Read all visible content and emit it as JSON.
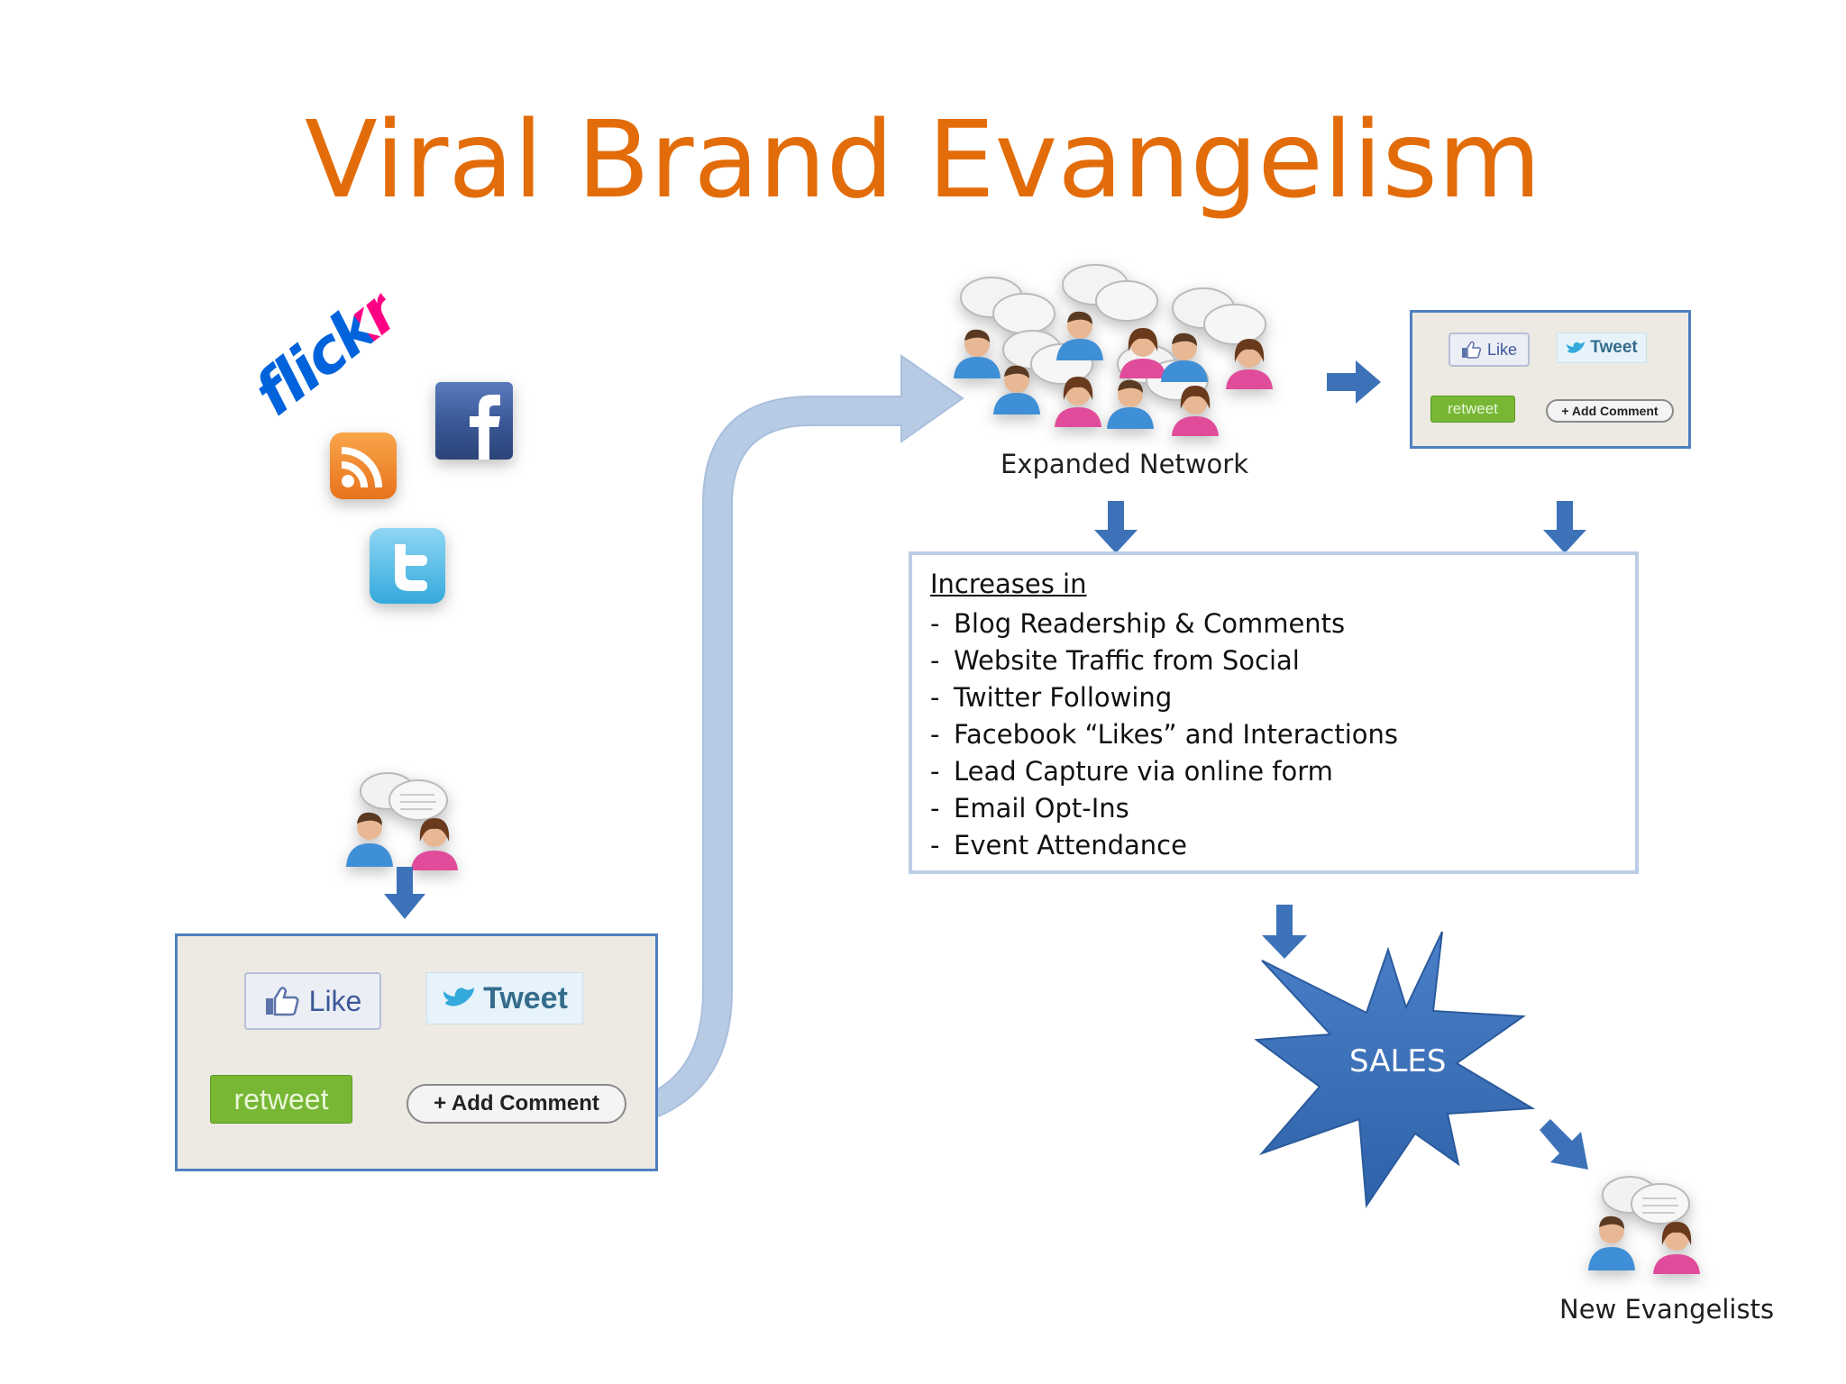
{
  "title": "Viral Brand Evangelism",
  "labels": {
    "expanded_network": "Expanded Network",
    "new_evangelists": "New Evangelists",
    "sales": "SALES"
  },
  "social_icons": [
    "flickr-logo",
    "facebook-icon",
    "rss-icon",
    "twitter-icon"
  ],
  "logo_text": {
    "flickr": "flickr"
  },
  "share_widget": {
    "like": "Like",
    "tweet": "Tweet",
    "retweet": "retweet",
    "add_comment": "+ Add Comment"
  },
  "increases": {
    "heading": "Increases in",
    "items": [
      "Blog Readership & Comments",
      "Website Traffic from Social",
      "Twitter Following",
      "Facebook “Likes” and Interactions",
      "Lead Capture via online form",
      "Email Opt-Ins",
      "Event Attendance"
    ],
    "bullet": "-"
  },
  "colors": {
    "title": "#e36c0a",
    "arrow_blue": "#3d72b8",
    "flow_arrow": "#b8cbe5",
    "panel_border": "#4f7fc0",
    "burst": "#3a6fb6"
  }
}
